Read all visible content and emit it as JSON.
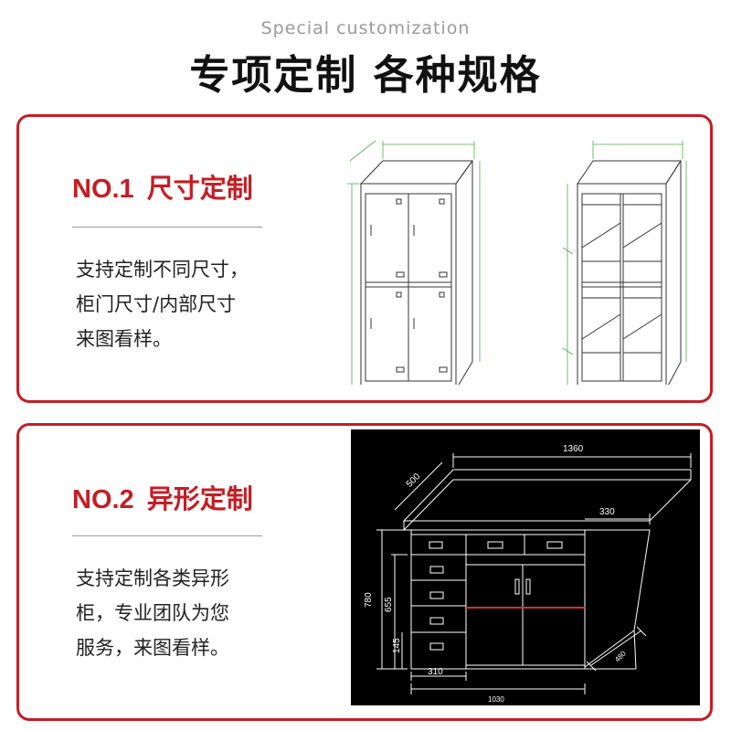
{
  "header": {
    "subtitle_en": "Special customization",
    "title": "专项定制 各种规格"
  },
  "cards": [
    {
      "number": "NO.1",
      "heading": "尺寸定制",
      "lines": [
        "支持定制不同尺寸，",
        "柜门尺寸/内部尺寸",
        "来图看样。"
      ]
    },
    {
      "number": "NO.2",
      "heading": "异形定制",
      "lines": [
        "支持定制各类异形",
        "柜，专业团队为您",
        "服务，来图看样。"
      ],
      "drawing_dims": {
        "top_width": "1360",
        "depth": "500",
        "side_width": "330",
        "height": "780",
        "inner_height": "655",
        "drawer_height": "145",
        "drawer_width": "310",
        "bottom_width": "1030",
        "side_depth": "480"
      }
    }
  ],
  "colors": {
    "accent": "#c41e24",
    "drawing_line": "#333333",
    "dimension_line": "#4caf50",
    "cad_background": "#000000",
    "cad_line": "#ffffff",
    "cad_highlight": "#d32f2f"
  }
}
